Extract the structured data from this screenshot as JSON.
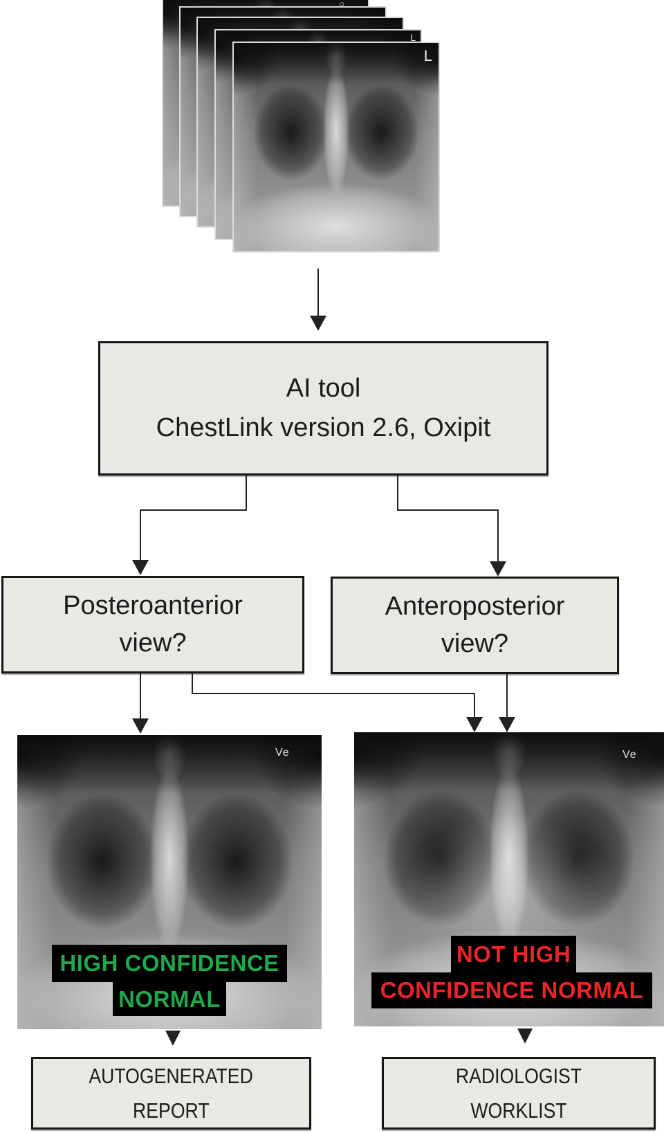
{
  "diagram": {
    "input_stack": {
      "film_count": 5,
      "laterality_marker": "L",
      "circle_marker": "○"
    },
    "ai_tool_box": {
      "line1": "AI tool",
      "line2": "ChestLink version 2.6, Oxipit"
    },
    "decision_pa": {
      "line1": "Posteroanterior",
      "line2": "view?"
    },
    "decision_ap": {
      "line1": "Anteroposterior",
      "line2": "view?"
    },
    "xray_high_confidence": {
      "marker": "Ve",
      "label_line1": "HIGH CONFIDENCE",
      "label_line2": "NORMAL"
    },
    "xray_not_high_confidence": {
      "marker": "Ve",
      "label_line1": "NOT HIGH",
      "label_line2": "CONFIDENCE NORMAL"
    },
    "outcome_report": {
      "line1": "AUTOGENERATED",
      "line2": "REPORT"
    },
    "outcome_worklist": {
      "line1": "RADIOLOGIST",
      "line2": "WORKLIST"
    },
    "colors": {
      "high_confidence_green": "#21a74c",
      "not_high_red": "#e82529",
      "band_background": "#000000",
      "node_fill": "#e9e8e5",
      "node_border": "#161616",
      "connector": "#222222"
    }
  }
}
